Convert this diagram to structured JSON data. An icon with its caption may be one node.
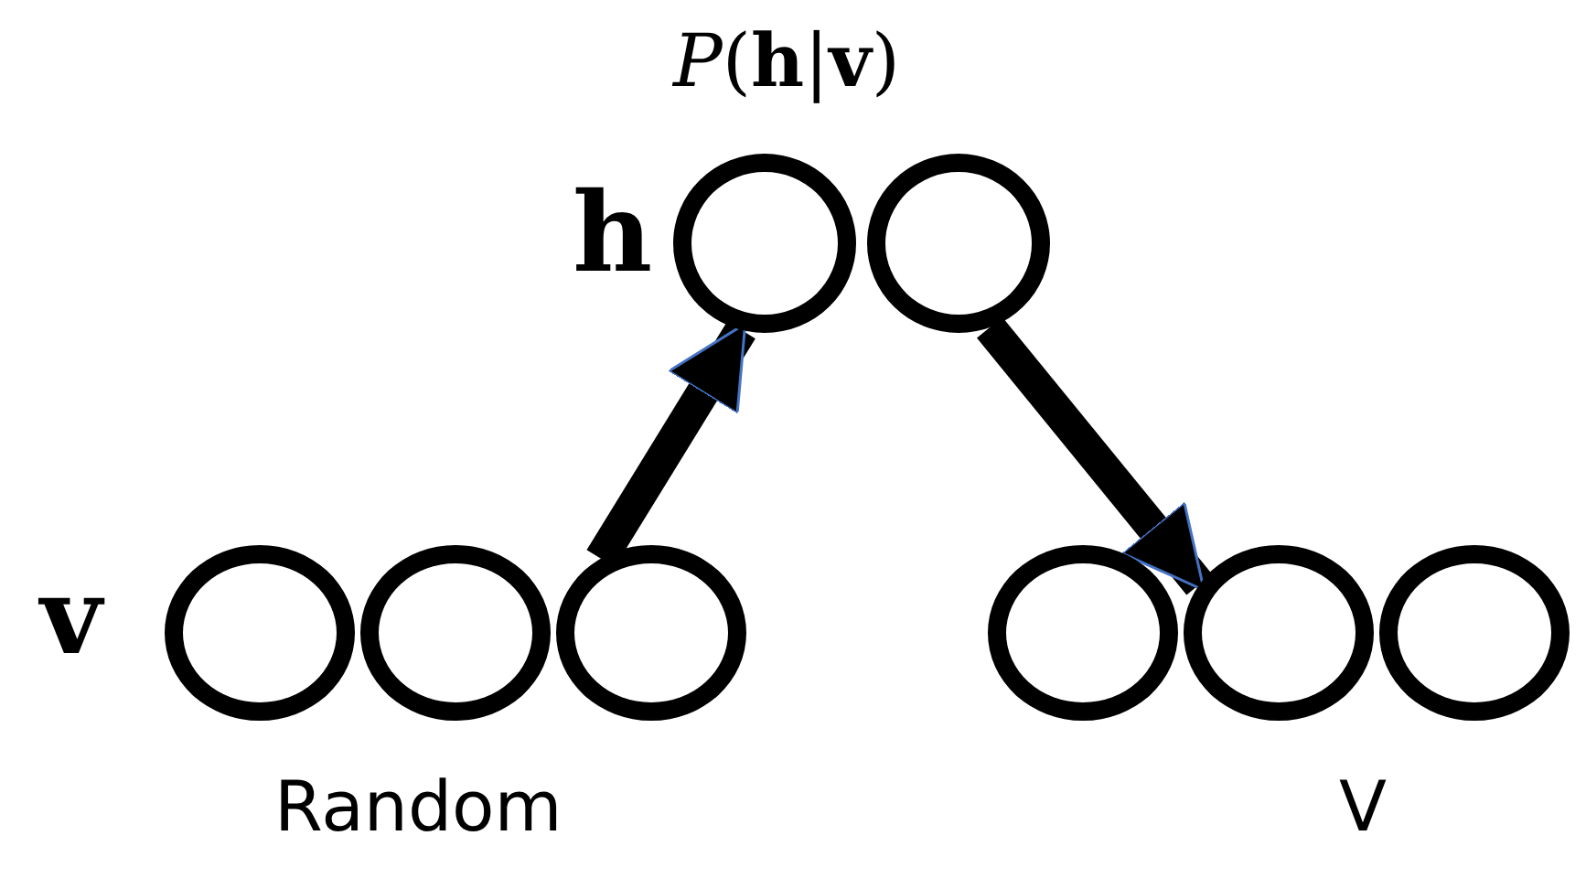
{
  "diagram": {
    "nodes": [
      {
        "text": [],
        "shape": "circle"
      },
      {
        "text": [],
        "shape": "circle"
      },
      {
        "text": [],
        "shape": "circle"
      },
      {
        "text": [],
        "shape": "circle"
      },
      {
        "text": [],
        "shape": "circle"
      },
      {
        "text": [],
        "shape": "circle"
      },
      {
        "text": [],
        "shape": "circle"
      },
      {
        "text": [],
        "shape": "circle"
      }
    ],
    "edges": [
      {
        "from": 4,
        "to": 0,
        "arrow": "to"
      },
      {
        "from": 1,
        "to": 6,
        "arrow": "to"
      }
    ],
    "labels": [
      "*P*(**h**|**v**)",
      "h",
      "v",
      "Random",
      "V"
    ]
  }
}
